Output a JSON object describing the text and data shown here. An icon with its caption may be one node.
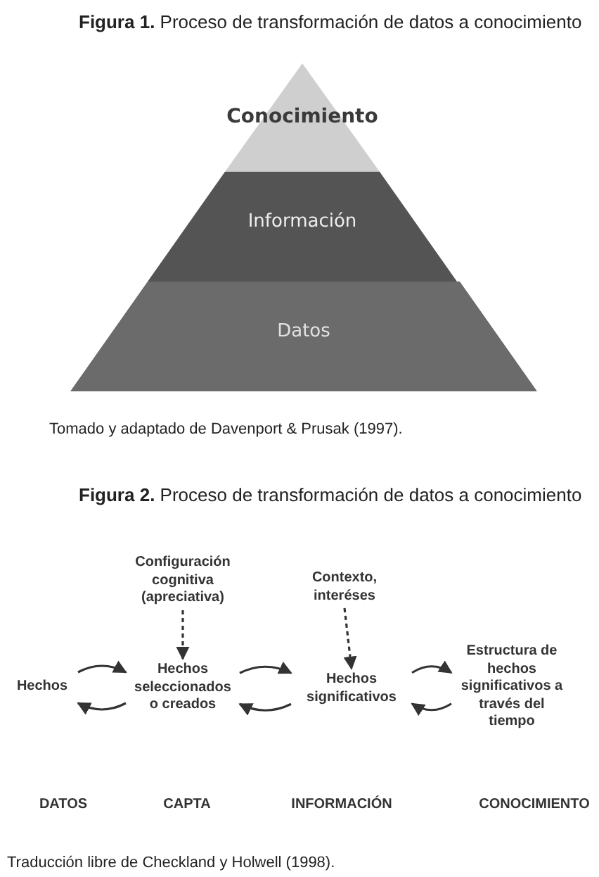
{
  "diagram": {
    "nodes": [
      {
        "text": [
          "Conocimiento"
        ]
      },
      {
        "text": [
          "Información"
        ]
      },
      {
        "text": [
          "Datos"
        ]
      },
      {
        "text": [
          "Configuración cognitiva (apreciativa)"
        ]
      },
      {
        "text": [
          "Contexto, interéses"
        ]
      },
      {
        "text": [
          "Hechos"
        ]
      },
      {
        "text": [
          "Hechos seleccionados o creados"
        ]
      },
      {
        "text": [
          "Hechos significativos"
        ]
      },
      {
        "text": [
          "Estructura de hechos significativos a través del tiempo"
        ]
      }
    ],
    "edges": [
      {
        "from": 3,
        "to": 6,
        "arrow": "to",
        "style": "dashed"
      },
      {
        "from": 4,
        "to": 7,
        "arrow": "to",
        "style": "dashed"
      },
      {
        "from": 5,
        "to": 6,
        "arrow": "to"
      },
      {
        "from": 6,
        "to": 5,
        "arrow": "to"
      },
      {
        "from": 6,
        "to": 7,
        "arrow": "to"
      },
      {
        "from": 7,
        "to": 6,
        "arrow": "to"
      },
      {
        "from": 7,
        "to": 8,
        "arrow": "to"
      },
      {
        "from": 8,
        "to": 7,
        "arrow": "to"
      }
    ],
    "labels": [
      "**Figura 1.** Proceso de transformación de datos a conocimiento",
      "Tomado y adaptado de Davenport & Prusak (1997).",
      "**Figura 2.** Proceso de transformación de datos a conocimiento",
      "DATOS",
      "CAPTA",
      "INFORMACIÓN",
      "CONOCIMIENTO",
      "Traducción libre de Checkland y Holwell (1998)."
    ]
  }
}
